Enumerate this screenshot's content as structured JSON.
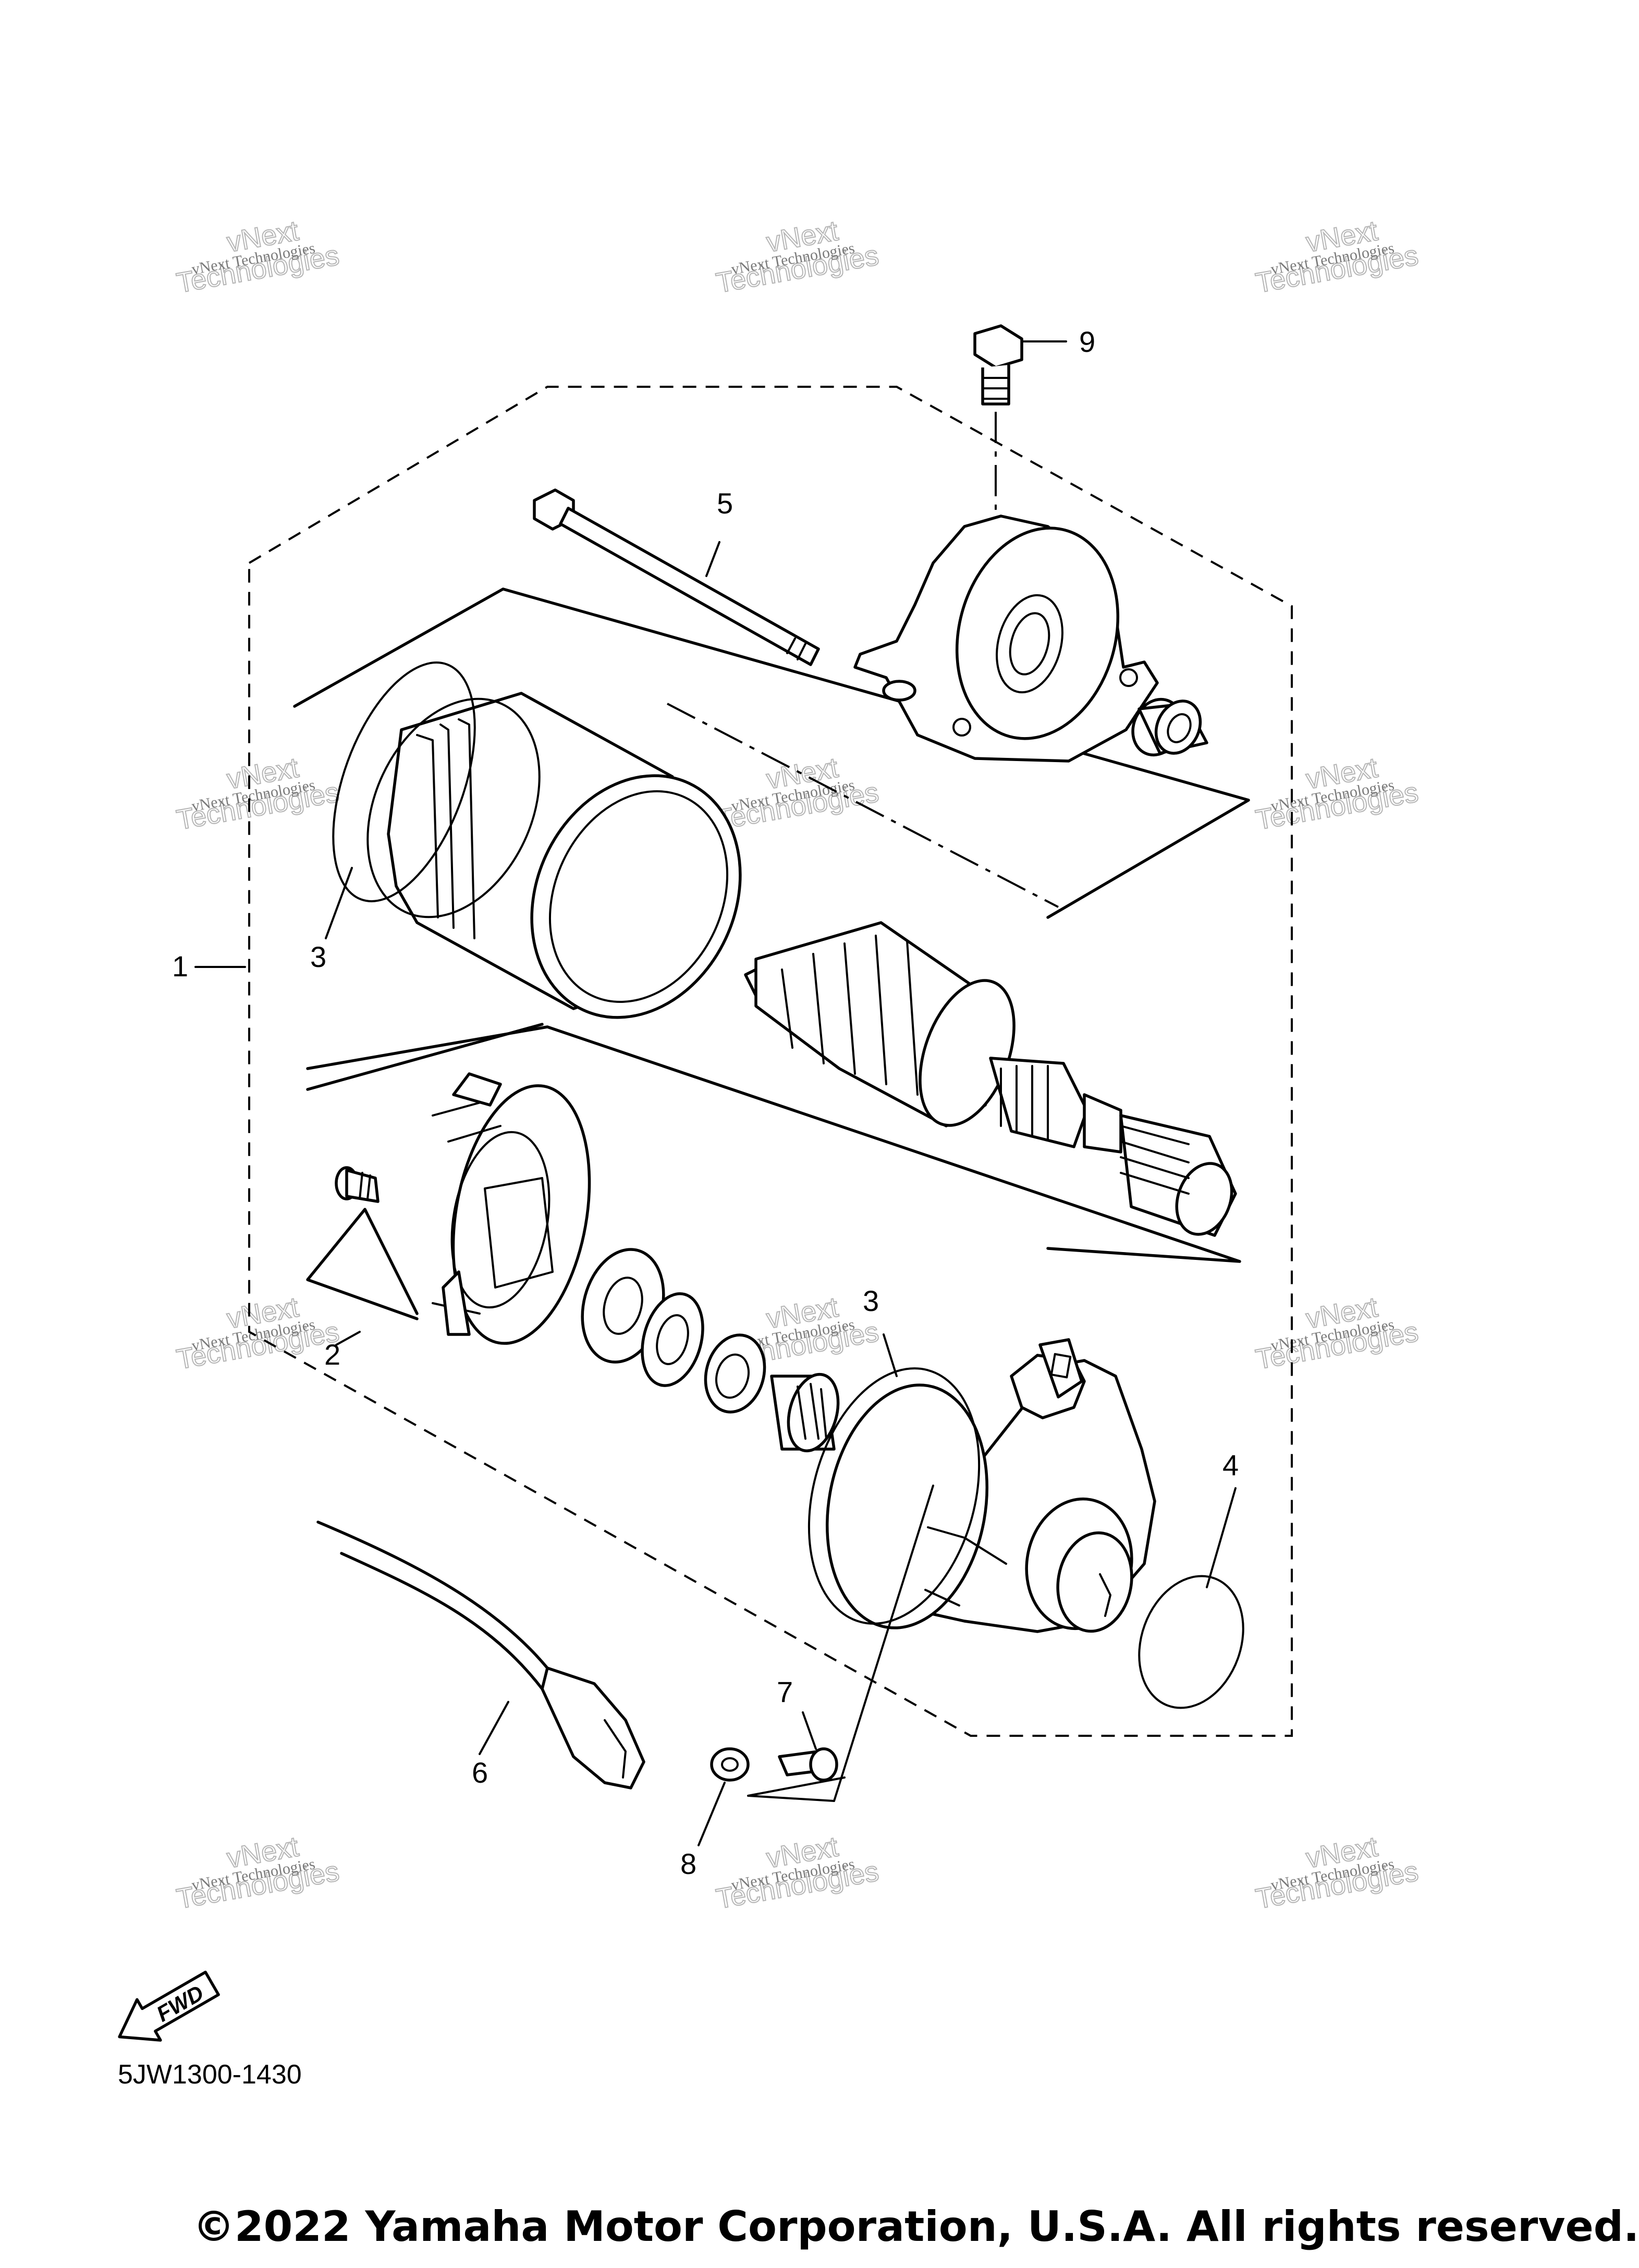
{
  "diagram": {
    "callouts": [
      {
        "id": "1",
        "label": "1"
      },
      {
        "id": "2",
        "label": "2"
      },
      {
        "id": "3a",
        "label": "3"
      },
      {
        "id": "3b",
        "label": "3"
      },
      {
        "id": "4",
        "label": "4"
      },
      {
        "id": "5",
        "label": "5"
      },
      {
        "id": "6",
        "label": "6"
      },
      {
        "id": "7",
        "label": "7"
      },
      {
        "id": "8",
        "label": "8"
      },
      {
        "id": "9",
        "label": "9"
      }
    ],
    "fwd_label": "FWD",
    "part_code": "5JW1300-1430"
  },
  "watermark": {
    "line1": "vNext Technologies",
    "line2": "vNext",
    "line3": "Technologies"
  },
  "footer": {
    "copyright": "©2022 Yamaha Motor Corporation, U.S.A. All rights reserved."
  }
}
